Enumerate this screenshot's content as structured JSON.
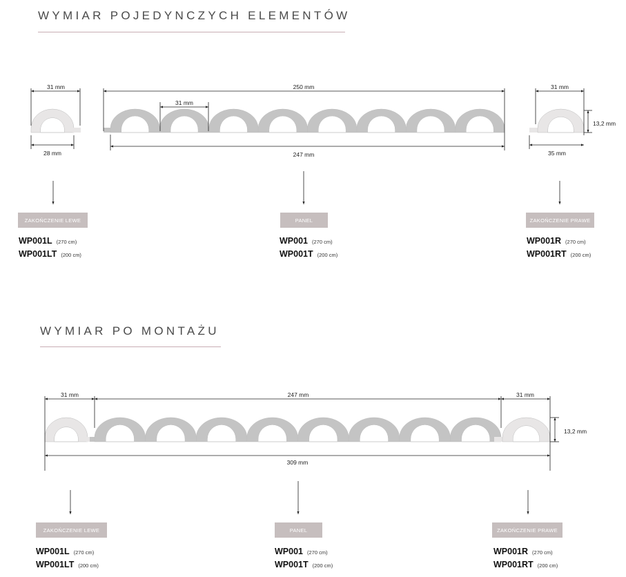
{
  "section1": {
    "title": "WYMIAR POJEDYNCZYCH ELEMENTÓW",
    "dims": {
      "left_top": "31 mm",
      "left_bottom": "28 mm",
      "panel_total": "250 mm",
      "panel_pitch": "31 mm",
      "panel_bottom": "247 mm",
      "right_top": "31 mm",
      "right_height": "13,2 mm",
      "right_bottom": "35 mm"
    },
    "items": [
      {
        "badge": "ZAKOŃCZENIE LEWE",
        "codes": [
          {
            "code": "WP001L",
            "len": "(270 cm)"
          },
          {
            "code": "WP001LT",
            "len": "(200 cm)"
          }
        ]
      },
      {
        "badge": "PANEL",
        "codes": [
          {
            "code": "WP001",
            "len": "(270 cm)"
          },
          {
            "code": "WP001T",
            "len": "(200 cm)"
          }
        ]
      },
      {
        "badge": "ZAKOŃCZENIE PRAWE",
        "codes": [
          {
            "code": "WP001R",
            "len": "(270 cm)"
          },
          {
            "code": "WP001RT",
            "len": "(200 cm)"
          }
        ]
      }
    ]
  },
  "section2": {
    "title": "WYMIAR PO MONTAŻU",
    "dims": {
      "left": "31 mm",
      "panel": "247 mm",
      "right": "31 mm",
      "height": "13,2 mm",
      "total": "309 mm"
    },
    "items": [
      {
        "badge": "ZAKOŃCZENIE LEWE",
        "codes": [
          {
            "code": "WP001L",
            "len": "(270 cm)"
          },
          {
            "code": "WP001LT",
            "len": "(200 cm)"
          }
        ]
      },
      {
        "badge": "PANEL",
        "codes": [
          {
            "code": "WP001",
            "len": "(270 cm)"
          },
          {
            "code": "WP001T",
            "len": "(200 cm)"
          }
        ]
      },
      {
        "badge": "ZAKOŃCZENIE PRAWE",
        "codes": [
          {
            "code": "WP001R",
            "len": "(270 cm)"
          },
          {
            "code": "WP001RT",
            "len": "(200 cm)"
          }
        ]
      }
    ]
  },
  "colors": {
    "end_piece": "#e8e6e6",
    "panel": "#c4c4c4",
    "badge": "#c6bebe",
    "rule": "#c8adb3"
  }
}
